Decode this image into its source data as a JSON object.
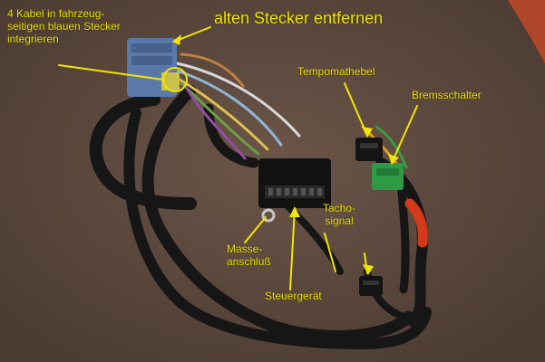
{
  "labels": {
    "kabel_note": [
      "4 Kabel in fahrzeug-",
      "seitigen blauen Stecker",
      "integrieren"
    ],
    "remove_connector": "alten Stecker entfernen",
    "tempomat_lever": "Tempomathebel",
    "brake_switch": "Bremsschalter",
    "tacho_signal": [
      "Tacho-",
      "signal"
    ],
    "ground_connection": [
      "Masse-",
      "anschluß"
    ],
    "control_unit": "Steuergerät"
  },
  "colors": {
    "annotation": "#f2e600",
    "background": "#5f4b40",
    "harness": "#1a1a1a",
    "connector_blue": "#5b79a8",
    "connector_green": "#2e9a46",
    "insulation_red": "#d23a1a"
  }
}
